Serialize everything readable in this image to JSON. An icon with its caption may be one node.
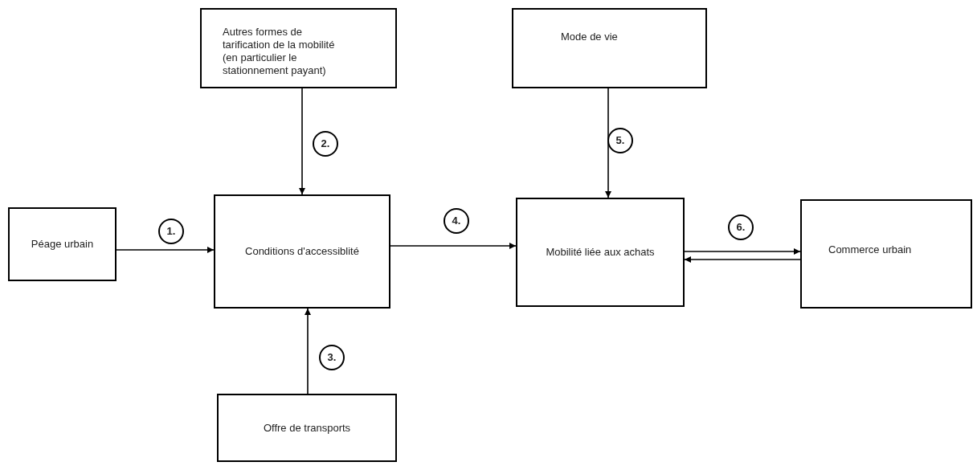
{
  "diagram": {
    "nodes": [
      {
        "text": [
          "Autres formes de tarification de la mobilité (en particulier le stationnement payant)"
        ]
      },
      {
        "text": [
          "Mode de vie"
        ]
      },
      {
        "text": [
          "Péage urbain"
        ]
      },
      {
        "text": [
          "Conditions d'accessiblité"
        ]
      },
      {
        "text": [
          "Mobilité liée aux achats"
        ]
      },
      {
        "text": [
          "Commerce urbain"
        ]
      },
      {
        "text": [
          "Offre de transports"
        ]
      }
    ],
    "edges": [
      {
        "from": 2,
        "to": 3,
        "arrow": "to",
        "label": "1."
      },
      {
        "from": 0,
        "to": 3,
        "arrow": "to",
        "label": "2."
      },
      {
        "from": 6,
        "to": 3,
        "arrow": "to",
        "label": "3."
      },
      {
        "from": 3,
        "to": 4,
        "arrow": "to",
        "label": "4."
      },
      {
        "from": 1,
        "to": 4,
        "arrow": "to",
        "label": "5."
      },
      {
        "from": 4,
        "to": 5,
        "arrow": "to",
        "label": "6."
      },
      {
        "from": 5,
        "to": 4,
        "arrow": "to"
      }
    ]
  }
}
